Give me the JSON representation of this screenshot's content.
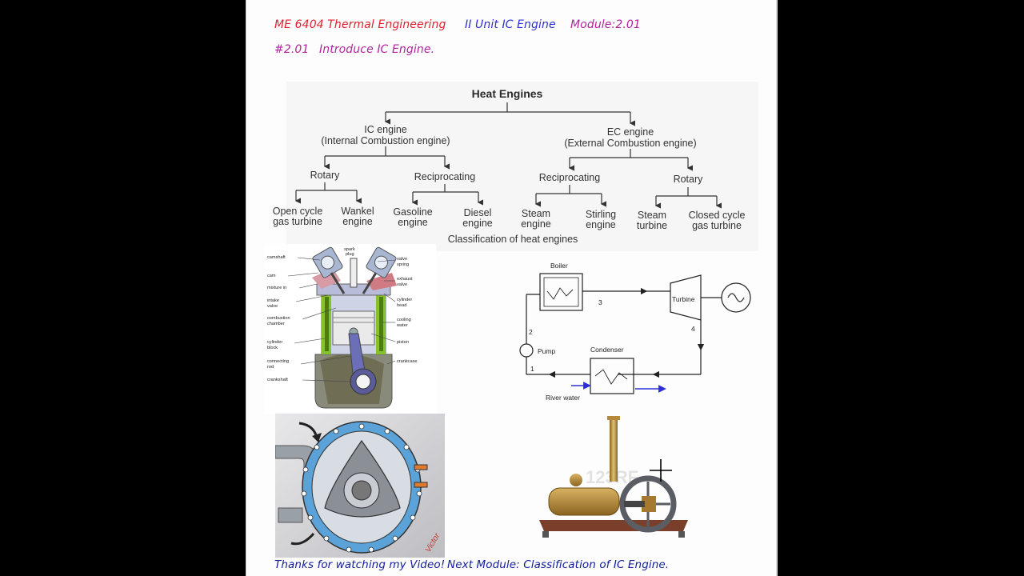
{
  "header": {
    "course": "ME 6404 Thermal Engineering",
    "unit": "II Unit IC Engine",
    "module": "Module:2.01",
    "topic_code": "#2.01",
    "topic_title": "Introduce IC Engine."
  },
  "tree": {
    "root": "Heat Engines",
    "ic_line1": "IC engine",
    "ic_line2": "(Internal Combustion engine)",
    "ec_line1": "EC engine",
    "ec_line2": "(External Combustion engine)",
    "ic_rotary": "Rotary",
    "ic_recip": "Reciprocating",
    "ec_recip": "Reciprocating",
    "ec_rotary": "Rotary",
    "leaf1a": "Open cycle",
    "leaf1b": "gas turbine",
    "leaf2a": "Wankel",
    "leaf2b": "engine",
    "leaf3a": "Gasoline",
    "leaf3b": "engine",
    "leaf4a": "Diesel",
    "leaf4b": "engine",
    "leaf5a": "Steam",
    "leaf5b": "engine",
    "leaf6a": "Stirling",
    "leaf6b": "engine",
    "leaf7a": "Steam",
    "leaf7b": "turbine",
    "leaf8a": "Closed cycle",
    "leaf8b": "gas turbine",
    "caption": "Classification of heat engines"
  },
  "engine_labels": {
    "camshaft": "camshaft",
    "spark": "spark",
    "plug": "plug",
    "valve_spring_a": "valve",
    "valve_spring_b": "spring",
    "cam": "cam",
    "exhaust_a": "exhaust",
    "exhaust_b": "valve",
    "mixture": "mixture in",
    "intake_a": "intake",
    "intake_b": "valve",
    "cyl_head_a": "cylinder",
    "cyl_head_b": "head",
    "comb_a": "combustion",
    "comb_b": "chamber",
    "cooling_a": "cooling",
    "cooling_b": "water",
    "cyl_block_a": "cylinder",
    "cyl_block_b": "block",
    "piston": "piston",
    "conrod_a": "connecting",
    "conrod_b": "rod",
    "crankcase": "crankcase",
    "crankshaft": "crankshaft"
  },
  "rankine": {
    "boiler": "Boiler",
    "turbine": "Turbine",
    "pump": "Pump",
    "condenser": "Condenser",
    "river": "River water",
    "n1": "1",
    "n2": "2",
    "n3": "3",
    "n4": "4"
  },
  "wankel_watermark": "Victor",
  "steam_watermark": "123RF",
  "footer": {
    "thanks": "Thanks for watching my Video!",
    "next": "Next Module: Classification of IC Engine."
  }
}
